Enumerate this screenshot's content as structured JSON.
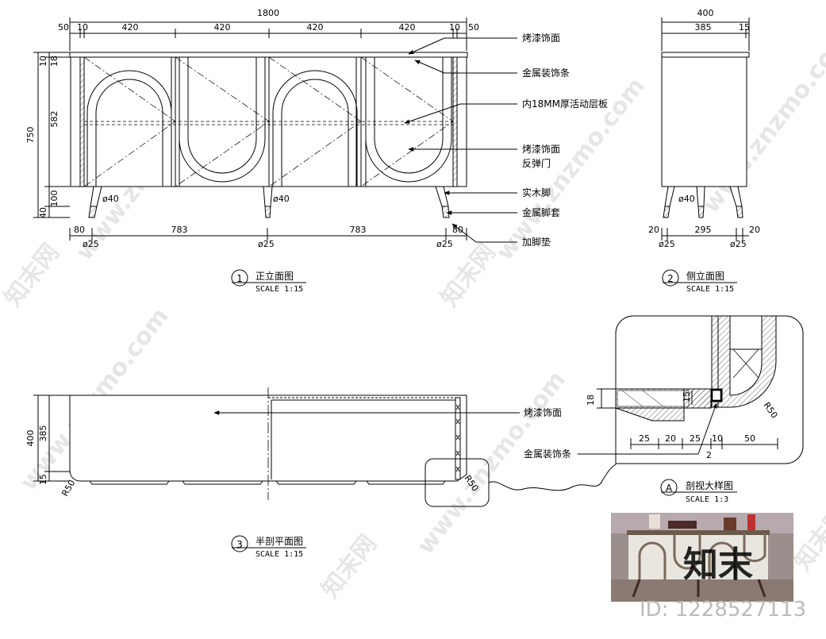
{
  "watermark": {
    "site": "www.znzmo.com",
    "brand": "知末网",
    "logo": "知末",
    "id_text": "ID: 1228527113"
  },
  "front_elevation": {
    "title_num": "1",
    "title": "正立面图",
    "scale": "SCALE 1:15",
    "dims_top": {
      "total": "1800",
      "left_edge": "50",
      "left_small": "10",
      "bay1": "420",
      "bay2": "420",
      "bay3": "420",
      "bay4": "420",
      "right_small": "10",
      "right_edge": "50"
    },
    "dims_left": {
      "total": "750",
      "top1": "10",
      "top2": "18",
      "body": "582",
      "base1": "100",
      "base2": "40"
    },
    "dims_bottom": {
      "left": "80",
      "span1": "783",
      "span2": "783",
      "right": "80"
    },
    "leg_dia_top": [
      "ø40",
      "ø40"
    ],
    "leg_dia_bottom": [
      "ø25",
      "ø25",
      "ø25"
    ],
    "callouts": [
      "烤漆饰面",
      "金属装饰条",
      "内18MM厚活动层板",
      "烤漆饰面",
      "反弹门",
      "实木脚",
      "金属脚套",
      "加脚垫"
    ]
  },
  "side_elevation": {
    "title_num": "2",
    "title": "侧立面图",
    "scale": "SCALE 1:15",
    "dims_top": {
      "total": "400",
      "main": "385",
      "edge": "15"
    },
    "dims_bottom": {
      "left": "20",
      "mid": "295",
      "right": "20"
    },
    "leg_dia_top": "ø40",
    "leg_dia_bottom": [
      "ø25",
      "ø25"
    ]
  },
  "half_section_plan": {
    "title_num": "3",
    "title": "半剖平面图",
    "scale": "SCALE 1:15",
    "dims_left": {
      "total": "400",
      "main": "385",
      "edge": "15"
    },
    "radius": "R50",
    "callout": "烤漆饰面"
  },
  "detail": {
    "title_num": "A",
    "title": "剖视大样图",
    "scale": "SCALE 1:3",
    "dim_height": "18",
    "dim_inner": "15",
    "dims_bottom": [
      "25",
      "20",
      "25",
      "10",
      "50"
    ],
    "dim_gap": "2",
    "radius": "R50",
    "callout": "金属装饰条"
  }
}
